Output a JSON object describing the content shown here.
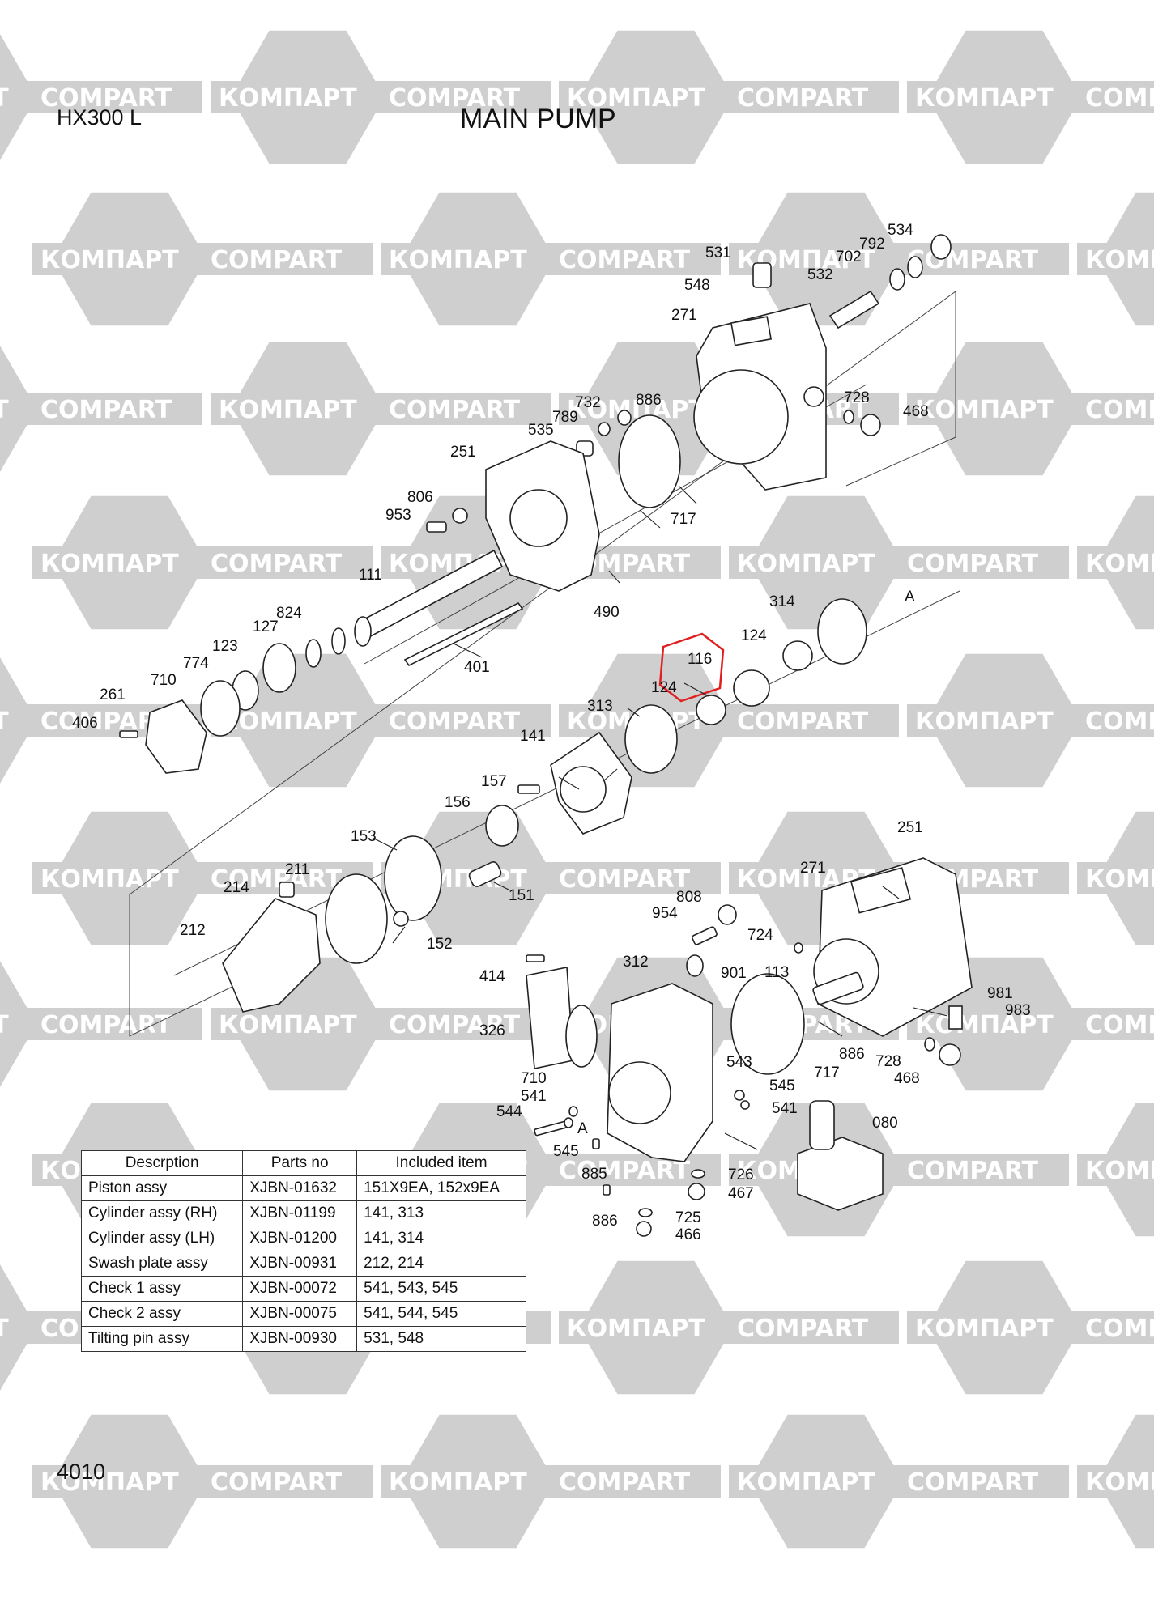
{
  "header": {
    "model": "HX300 L",
    "title": "MAIN PUMP"
  },
  "footer": {
    "page_number": "4010"
  },
  "watermark": {
    "texts": [
      "КОМПАРТ",
      "COMPART"
    ],
    "color": "#cfcfcf"
  },
  "callouts": {
    "c534": "534",
    "c792": "792",
    "c531": "531",
    "c702": "702",
    "c548": "548",
    "c532": "532",
    "c271a": "271",
    "c732": "732",
    "c886a": "886",
    "c728a": "728",
    "c468a": "468",
    "c789": "789",
    "c535": "535",
    "c251a": "251",
    "c717a": "717",
    "c806": "806",
    "c953": "953",
    "c111": "111",
    "c490": "490",
    "c824": "824",
    "c127": "127",
    "c123": "123",
    "c774": "774",
    "c710a": "710",
    "c261": "261",
    "c406": "406",
    "c401": "401",
    "c314": "314",
    "cA1": "A",
    "c124a": "124",
    "c116": "116",
    "c124b": "124",
    "c313": "313",
    "c141": "141",
    "c157": "157",
    "c156": "156",
    "c153": "153",
    "c211": "211",
    "c214": "214",
    "c151": "151",
    "c212": "212",
    "c152": "152",
    "c251b": "251",
    "c271b": "271",
    "c808": "808",
    "c954": "954",
    "c724": "724",
    "c414": "414",
    "c312": "312",
    "c901": "901",
    "c113": "113",
    "c981": "981",
    "c983": "983",
    "c326": "326",
    "c886b": "886",
    "c728b": "728",
    "c468b": "468",
    "c543": "543",
    "c717b": "717",
    "c710b": "710",
    "c545a": "545",
    "c541a": "541",
    "c541b": "541",
    "c544": "544",
    "cA2": "A",
    "c545b": "545",
    "c080": "080",
    "c885": "885",
    "c726": "726",
    "c467": "467",
    "c886c": "886",
    "c725": "725",
    "c466": "466"
  },
  "highlight": {
    "part": "116",
    "color": "#e02020"
  },
  "table": {
    "headers": [
      "Descrption",
      "Parts no",
      "Included item"
    ],
    "rows": [
      {
        "description": "Piston assy",
        "part_no": "XJBN-01632",
        "included": "151X9EA, 152x9EA"
      },
      {
        "description": "Cylinder assy (RH)",
        "part_no": "XJBN-01199",
        "included": "141, 313"
      },
      {
        "description": "Cylinder assy (LH)",
        "part_no": "XJBN-01200",
        "included": "141, 314"
      },
      {
        "description": "Swash plate assy",
        "part_no": "XJBN-00931",
        "included": "212, 214"
      },
      {
        "description": "Check 1 assy",
        "part_no": "XJBN-00072",
        "included": "541, 543, 545"
      },
      {
        "description": "Check 2 assy",
        "part_no": "XJBN-00075",
        "included": "541, 544, 545"
      },
      {
        "description": "Tilting pin assy",
        "part_no": "XJBN-00930",
        "included": "531, 548"
      }
    ]
  }
}
